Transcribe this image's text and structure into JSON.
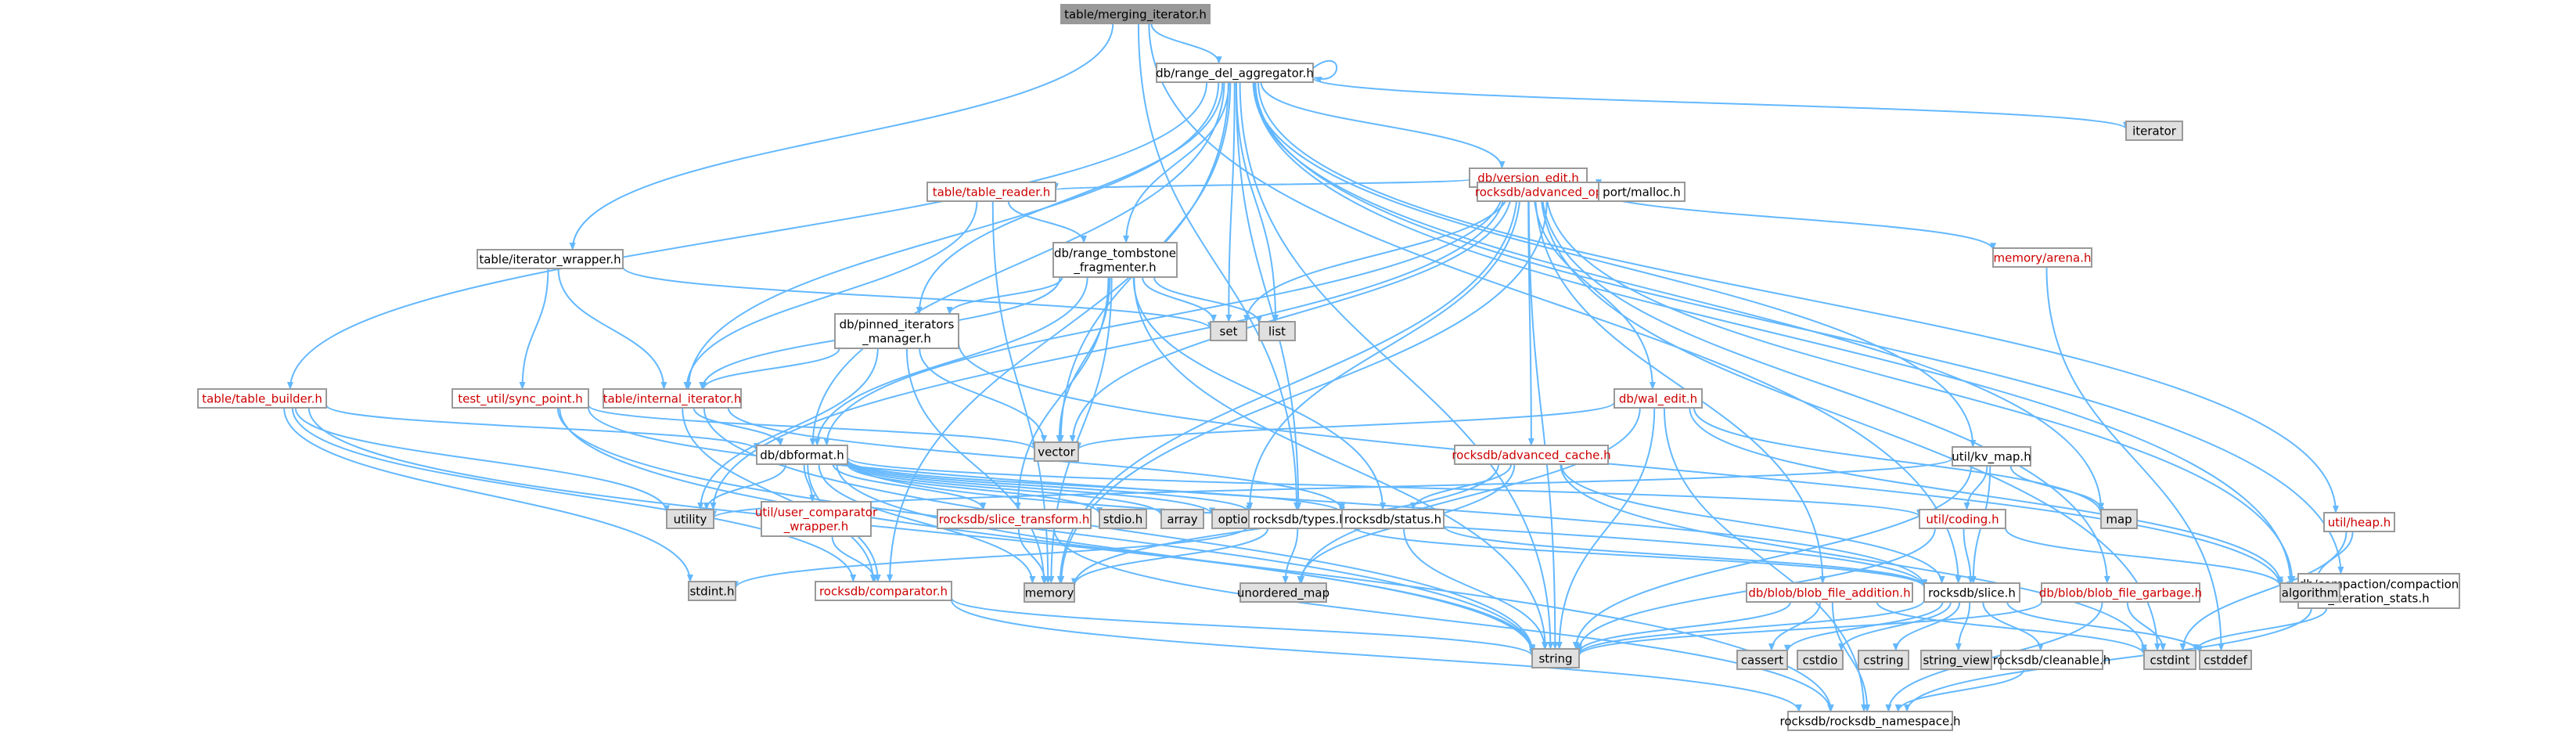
{
  "colors": {
    "edge": "#63b8ff",
    "node_fill": "#ffffff",
    "node_border": "#999999",
    "root_fill": "#999999",
    "system_fill": "#e0e0e0",
    "text": "#000000",
    "truncated_border": "#ff0000",
    "truncated_text": "#cc0000"
  },
  "nodes": [
    {
      "id": "merging_iterator",
      "label": [
        "table/merging_iterator.h"
      ],
      "style": "root"
    },
    {
      "id": "range_del_aggregator",
      "label": [
        "db/range_del_aggregator.h"
      ],
      "style": "normal"
    },
    {
      "id": "version_edit",
      "label": [
        "db/version_edit.h"
      ],
      "style": "truncated"
    },
    {
      "id": "iterator",
      "label": [
        "iterator"
      ],
      "style": "system"
    },
    {
      "id": "table_reader",
      "label": [
        "table/table_reader.h"
      ],
      "style": "truncated"
    },
    {
      "id": "advanced_options",
      "label": [
        "rocksdb/advanced_options.h"
      ],
      "style": "truncated"
    },
    {
      "id": "port_malloc",
      "label": [
        "port/malloc.h"
      ],
      "style": "normal"
    },
    {
      "id": "memory_arena",
      "label": [
        "memory/arena.h"
      ],
      "style": "truncated"
    },
    {
      "id": "iterator_wrapper",
      "label": [
        "table/iterator_wrapper.h"
      ],
      "style": "normal"
    },
    {
      "id": "range_tombstone_fragmenter",
      "label": [
        "db/range_tombstone",
        "_fragmenter.h"
      ],
      "style": "normal"
    },
    {
      "id": "set",
      "label": [
        "set"
      ],
      "style": "system"
    },
    {
      "id": "list",
      "label": [
        "list"
      ],
      "style": "system"
    },
    {
      "id": "pinned_iterators_manager",
      "label": [
        "db/pinned_iterators",
        "_manager.h"
      ],
      "style": "normal"
    },
    {
      "id": "table_builder",
      "label": [
        "table/table_builder.h"
      ],
      "style": "truncated"
    },
    {
      "id": "sync_point",
      "label": [
        "test_util/sync_point.h"
      ],
      "style": "truncated"
    },
    {
      "id": "internal_iterator",
      "label": [
        "table/internal_iterator.h"
      ],
      "style": "truncated"
    },
    {
      "id": "wal_edit",
      "label": [
        "db/wal_edit.h"
      ],
      "style": "truncated"
    },
    {
      "id": "vector",
      "label": [
        "vector"
      ],
      "style": "system"
    },
    {
      "id": "dbformat",
      "label": [
        "db/dbformat.h"
      ],
      "style": "normal"
    },
    {
      "id": "advanced_cache",
      "label": [
        "rocksdb/advanced_cache.h"
      ],
      "style": "truncated"
    },
    {
      "id": "kv_map",
      "label": [
        "util/kv_map.h"
      ],
      "style": "normal"
    },
    {
      "id": "map",
      "label": [
        "map"
      ],
      "style": "system"
    },
    {
      "id": "heap",
      "label": [
        "util/heap.h"
      ],
      "style": "truncated"
    },
    {
      "id": "utility",
      "label": [
        "utility"
      ],
      "style": "system"
    },
    {
      "id": "user_comparator_wrapper",
      "label": [
        "util/user_comparator",
        "_wrapper.h"
      ],
      "style": "truncated"
    },
    {
      "id": "slice_transform",
      "label": [
        "rocksdb/slice_transform.h"
      ],
      "style": "truncated"
    },
    {
      "id": "stdio",
      "label": [
        "stdio.h"
      ],
      "style": "system"
    },
    {
      "id": "array",
      "label": [
        "array"
      ],
      "style": "system"
    },
    {
      "id": "optional",
      "label": [
        "optional"
      ],
      "style": "system"
    },
    {
      "id": "types",
      "label": [
        "rocksdb/types.h"
      ],
      "style": "normal"
    },
    {
      "id": "status",
      "label": [
        "rocksdb/status.h"
      ],
      "style": "normal"
    },
    {
      "id": "coding",
      "label": [
        "util/coding.h"
      ],
      "style": "truncated"
    },
    {
      "id": "compaction_iteration_stats",
      "label": [
        "db/compaction/compaction",
        "_iteration_stats.h"
      ],
      "style": "normal"
    },
    {
      "id": "stdint",
      "label": [
        "stdint.h"
      ],
      "style": "system"
    },
    {
      "id": "comparator",
      "label": [
        "rocksdb/comparator.h"
      ],
      "style": "truncated"
    },
    {
      "id": "memory",
      "label": [
        "memory"
      ],
      "style": "system"
    },
    {
      "id": "unordered_map",
      "label": [
        "unordered_map"
      ],
      "style": "system"
    },
    {
      "id": "blob_file_addition",
      "label": [
        "db/blob/blob_file_addition.h"
      ],
      "style": "truncated"
    },
    {
      "id": "slice",
      "label": [
        "rocksdb/slice.h"
      ],
      "style": "normal"
    },
    {
      "id": "blob_file_garbage",
      "label": [
        "db/blob/blob_file_garbage.h"
      ],
      "style": "truncated"
    },
    {
      "id": "algorithm",
      "label": [
        "algorithm"
      ],
      "style": "system"
    },
    {
      "id": "string",
      "label": [
        "string"
      ],
      "style": "system"
    },
    {
      "id": "cassert",
      "label": [
        "cassert"
      ],
      "style": "system"
    },
    {
      "id": "cstdio",
      "label": [
        "cstdio"
      ],
      "style": "system"
    },
    {
      "id": "cstring",
      "label": [
        "cstring"
      ],
      "style": "system"
    },
    {
      "id": "string_view",
      "label": [
        "string_view"
      ],
      "style": "system"
    },
    {
      "id": "cleanable",
      "label": [
        "rocksdb/cleanable.h"
      ],
      "style": "normal"
    },
    {
      "id": "cstdint",
      "label": [
        "cstdint"
      ],
      "style": "system"
    },
    {
      "id": "cstddef",
      "label": [
        "cstddef"
      ],
      "style": "system"
    },
    {
      "id": "rocksdb_namespace",
      "label": [
        "rocksdb/rocksdb_namespace.h"
      ],
      "style": "normal"
    }
  ],
  "edges": [
    [
      "merging_iterator",
      "range_del_aggregator"
    ],
    [
      "merging_iterator",
      "iterator_wrapper"
    ],
    [
      "merging_iterator",
      "types"
    ],
    [
      "merging_iterator",
      "slice"
    ],
    [
      "range_del_aggregator",
      "range_del_aggregator"
    ],
    [
      "range_del_aggregator",
      "version_edit"
    ],
    [
      "range_del_aggregator",
      "iterator"
    ],
    [
      "range_del_aggregator",
      "range_tombstone_fragmenter"
    ],
    [
      "range_del_aggregator",
      "set"
    ],
    [
      "range_del_aggregator",
      "list"
    ],
    [
      "range_del_aggregator",
      "pinned_iterators_manager"
    ],
    [
      "range_del_aggregator",
      "table_builder"
    ],
    [
      "range_del_aggregator",
      "internal_iterator"
    ],
    [
      "range_del_aggregator",
      "vector"
    ],
    [
      "range_del_aggregator",
      "dbformat"
    ],
    [
      "range_del_aggregator",
      "kv_map"
    ],
    [
      "range_del_aggregator",
      "map"
    ],
    [
      "range_del_aggregator",
      "heap"
    ],
    [
      "range_del_aggregator",
      "types"
    ],
    [
      "range_del_aggregator",
      "compaction_iteration_stats"
    ],
    [
      "range_del_aggregator",
      "comparator"
    ],
    [
      "range_del_aggregator",
      "algorithm"
    ],
    [
      "range_del_aggregator",
      "string"
    ],
    [
      "version_edit",
      "table_reader"
    ],
    [
      "version_edit",
      "advanced_options"
    ],
    [
      "version_edit",
      "port_malloc"
    ],
    [
      "version_edit",
      "memory_arena"
    ],
    [
      "version_edit",
      "set"
    ],
    [
      "version_edit",
      "wal_edit"
    ],
    [
      "version_edit",
      "advanced_cache"
    ],
    [
      "version_edit",
      "vector"
    ],
    [
      "version_edit",
      "dbformat"
    ],
    [
      "version_edit",
      "utility"
    ],
    [
      "version_edit",
      "optional"
    ],
    [
      "version_edit",
      "blob_file_addition"
    ],
    [
      "version_edit",
      "blob_file_garbage"
    ],
    [
      "version_edit",
      "algorithm"
    ],
    [
      "version_edit",
      "string"
    ],
    [
      "version_edit",
      "memory"
    ],
    [
      "version_edit",
      "cstdint"
    ],
    [
      "table_reader",
      "range_tombstone_fragmenter"
    ],
    [
      "table_reader",
      "internal_iterator"
    ],
    [
      "table_reader",
      "memory"
    ],
    [
      "advanced_options",
      "memory"
    ],
    [
      "memory_arena",
      "cstddef"
    ],
    [
      "iterator_wrapper",
      "set"
    ],
    [
      "iterator_wrapper",
      "sync_point"
    ],
    [
      "iterator_wrapper",
      "internal_iterator"
    ],
    [
      "range_tombstone_fragmenter",
      "list"
    ],
    [
      "range_tombstone_fragmenter",
      "set"
    ],
    [
      "range_tombstone_fragmenter",
      "pinned_iterators_manager"
    ],
    [
      "range_tombstone_fragmenter",
      "internal_iterator"
    ],
    [
      "range_tombstone_fragmenter",
      "dbformat"
    ],
    [
      "range_tombstone_fragmenter",
      "vector"
    ],
    [
      "range_tombstone_fragmenter",
      "status"
    ],
    [
      "range_tombstone_fragmenter",
      "slice_transform"
    ],
    [
      "range_tombstone_fragmenter",
      "memory"
    ],
    [
      "range_tombstone_fragmenter",
      "string"
    ],
    [
      "pinned_iterators_manager",
      "internal_iterator"
    ],
    [
      "pinned_iterators_manager",
      "vector"
    ],
    [
      "pinned_iterators_manager",
      "memory"
    ],
    [
      "pinned_iterators_manager",
      "algorithm"
    ],
    [
      "pinned_iterators_manager",
      "utility"
    ],
    [
      "table_builder",
      "dbformat"
    ],
    [
      "table_builder",
      "utility"
    ],
    [
      "table_builder",
      "comparator"
    ],
    [
      "table_builder",
      "string"
    ],
    [
      "table_builder",
      "stdint"
    ],
    [
      "sync_point",
      "vector"
    ],
    [
      "sync_point",
      "slice"
    ],
    [
      "sync_point",
      "string"
    ],
    [
      "sync_point",
      "rocksdb_namespace"
    ],
    [
      "internal_iterator",
      "dbformat"
    ],
    [
      "internal_iterator",
      "comparator"
    ],
    [
      "internal_iterator",
      "status"
    ],
    [
      "internal_iterator",
      "string"
    ],
    [
      "wal_edit",
      "vector"
    ],
    [
      "wal_edit",
      "map"
    ],
    [
      "wal_edit",
      "string"
    ],
    [
      "wal_edit",
      "unordered_map"
    ],
    [
      "wal_edit",
      "algorithm"
    ],
    [
      "wal_edit",
      "rocksdb_namespace"
    ],
    [
      "dbformat",
      "utility"
    ],
    [
      "dbformat",
      "user_comparator_wrapper"
    ],
    [
      "dbformat",
      "slice_transform"
    ],
    [
      "dbformat",
      "stdio"
    ],
    [
      "dbformat",
      "array"
    ],
    [
      "dbformat",
      "optional"
    ],
    [
      "dbformat",
      "types"
    ],
    [
      "dbformat",
      "status"
    ],
    [
      "dbformat",
      "coding"
    ],
    [
      "dbformat",
      "comparator"
    ],
    [
      "dbformat",
      "memory"
    ],
    [
      "dbformat",
      "slice"
    ],
    [
      "dbformat",
      "string"
    ],
    [
      "advanced_cache",
      "status"
    ],
    [
      "advanced_cache",
      "memory"
    ],
    [
      "advanced_cache",
      "unordered_map"
    ],
    [
      "advanced_cache",
      "slice"
    ],
    [
      "advanced_cache",
      "cstdint"
    ],
    [
      "kv_map",
      "utility"
    ],
    [
      "kv_map",
      "map"
    ],
    [
      "kv_map",
      "coding"
    ],
    [
      "kv_map",
      "slice"
    ],
    [
      "kv_map",
      "string"
    ],
    [
      "heap",
      "algorithm"
    ],
    [
      "heap",
      "cstdint"
    ],
    [
      "user_comparator_wrapper",
      "comparator"
    ],
    [
      "slice_transform",
      "memory"
    ],
    [
      "slice_transform",
      "rocksdb_namespace"
    ],
    [
      "types",
      "stdint"
    ],
    [
      "types",
      "memory"
    ],
    [
      "types",
      "unordered_map"
    ],
    [
      "types",
      "slice"
    ],
    [
      "status",
      "slice"
    ],
    [
      "status",
      "string"
    ],
    [
      "coding",
      "slice"
    ],
    [
      "coding",
      "algorithm"
    ],
    [
      "coding",
      "string"
    ],
    [
      "compaction_iteration_stats",
      "cstdint"
    ],
    [
      "compaction_iteration_stats",
      "rocksdb_namespace"
    ],
    [
      "comparator",
      "string"
    ],
    [
      "comparator",
      "rocksdb_namespace"
    ],
    [
      "blob_file_addition",
      "cassert"
    ],
    [
      "blob_file_addition",
      "cstdint"
    ],
    [
      "blob_file_addition",
      "string"
    ],
    [
      "blob_file_addition",
      "rocksdb_namespace"
    ],
    [
      "slice",
      "cassert"
    ],
    [
      "slice",
      "cstdio"
    ],
    [
      "slice",
      "cstring"
    ],
    [
      "slice",
      "string"
    ],
    [
      "slice",
      "string_view"
    ],
    [
      "slice",
      "cleanable"
    ],
    [
      "slice",
      "cstddef"
    ],
    [
      "blob_file_garbage",
      "string"
    ],
    [
      "blob_file_garbage",
      "cstdint"
    ],
    [
      "blob_file_garbage",
      "rocksdb_namespace"
    ],
    [
      "cleanable",
      "rocksdb_namespace"
    ]
  ]
}
